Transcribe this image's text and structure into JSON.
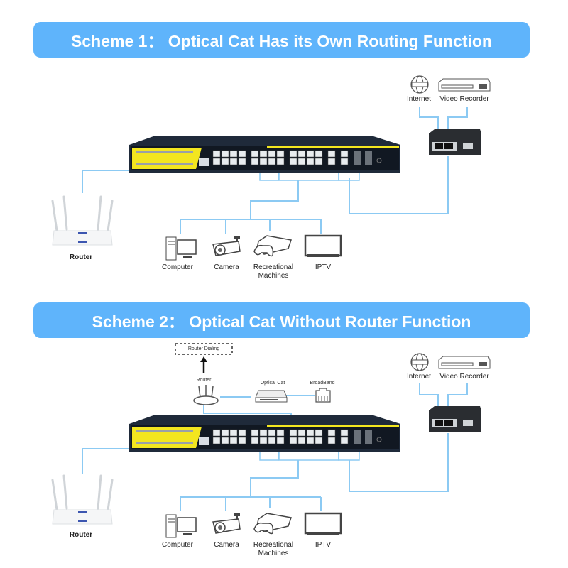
{
  "scheme1": {
    "title": "Scheme 1： Optical Cat Has its Own Routing Function",
    "router_label": "Router",
    "internet_label": "Internet",
    "recorder_label": "Video Recorder",
    "devices": [
      {
        "label": "Computer",
        "icon": "computer-icon"
      },
      {
        "label": "Camera",
        "icon": "camera-icon"
      },
      {
        "label": "Recreational\nMachines",
        "icon": "game-console-icon"
      },
      {
        "label": "IPTV",
        "icon": "tv-icon"
      }
    ]
  },
  "scheme2": {
    "title": "Scheme 2： Optical Cat Without Router Function",
    "router_label": "Router",
    "internet_label": "Internet",
    "recorder_label": "Video Recorder",
    "dialing_label": "Router Dialing",
    "top_router_label": "Router",
    "optical_cat_label": "Optical Cat",
    "broadband_label": "BroadBand",
    "devices": [
      {
        "label": "Computer",
        "icon": "computer-icon"
      },
      {
        "label": "Camera",
        "icon": "camera-icon"
      },
      {
        "label": "Recreational\nMachines",
        "icon": "game-console-icon"
      },
      {
        "label": "IPTV",
        "icon": "tv-icon"
      }
    ]
  },
  "colors": {
    "banner": "#5fb4fb",
    "wire": "#8ccaf3",
    "switch_panel": "#f3e61f",
    "switch_body": "#1f2a3a"
  }
}
